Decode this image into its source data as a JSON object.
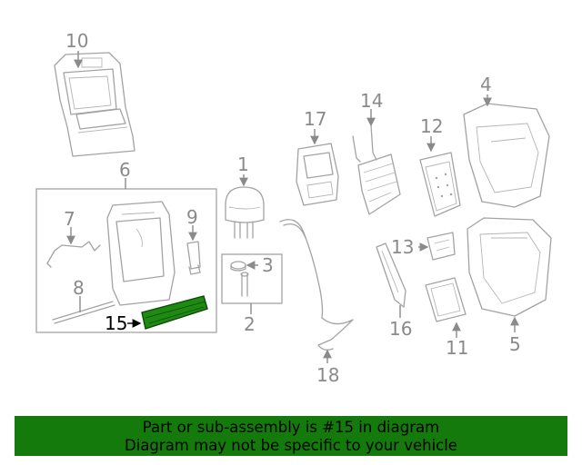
{
  "diagram": {
    "callouts": {
      "c1": "1",
      "c2": "2",
      "c3": "3",
      "c4": "4",
      "c5": "5",
      "c6": "6",
      "c7": "7",
      "c8": "8",
      "c9": "9",
      "c10": "10",
      "c11": "11",
      "c12": "12",
      "c13": "13",
      "c14": "14",
      "c15": "15",
      "c16": "16",
      "c17": "17",
      "c18": "18"
    },
    "highlighted_part": "15",
    "highlight_color": "#1f8a12",
    "line_color": "#a3a3a3"
  },
  "banner": {
    "line1": "Part or sub-assembly is #15 in diagram",
    "line2": "Diagram may not be specific to your vehicle",
    "background": "#147a0c"
  }
}
